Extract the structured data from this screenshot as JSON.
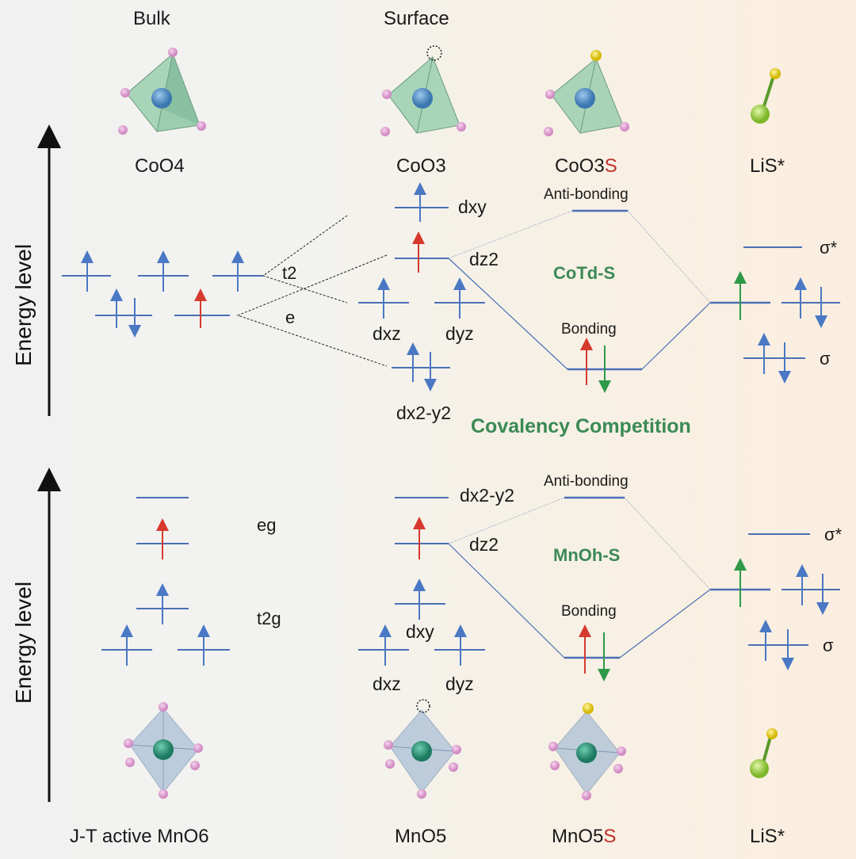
{
  "headers": {
    "bulk": "Bulk",
    "surface": "Surface"
  },
  "top": {
    "axis_label": "Energy level",
    "species": {
      "coo4": "CoO4",
      "coo3": "CoO3",
      "coo3s_base": "CoO3",
      "coo3s_s": "S",
      "lis": "LiS*"
    },
    "splitting": {
      "t2": "t2",
      "e": "e"
    },
    "orbitals": {
      "dxy": "dxy",
      "dz2": "dz2",
      "dxz": "dxz",
      "dyz": "dyz",
      "dx2y2": "dx2-y2"
    },
    "mo": {
      "anti": "Anti-bonding",
      "bonding": "Bonding",
      "center": "CoTd-S",
      "sigma": "σ",
      "sigma_star": "σ*"
    },
    "competition": "Covalency Competition"
  },
  "bottom": {
    "axis_label": "Energy level",
    "species": {
      "mno6": "J-T active MnO6",
      "mno5": "MnO5",
      "mno5s_base": "MnO5",
      "mno5s_s": "S",
      "lis": "LiS*"
    },
    "splitting": {
      "eg": "eg",
      "t2g": "t2g"
    },
    "orbitals": {
      "dx2y2": "dx2-y2",
      "dz2": "dz2",
      "dxy": "dxy",
      "dxz": "dxz",
      "dyz": "dyz"
    },
    "mo": {
      "anti": "Anti-bonding",
      "bonding": "Bonding",
      "center": "MnOh-S",
      "sigma": "σ",
      "sigma_star": "σ*"
    }
  },
  "colors": {
    "level": "#4a6fb5",
    "spin_blue": "#4a78c4",
    "spin_red": "#d63a2e",
    "spin_green": "#2e9a48",
    "title_green": "#3b8a55",
    "s_red": "#c0302a"
  }
}
